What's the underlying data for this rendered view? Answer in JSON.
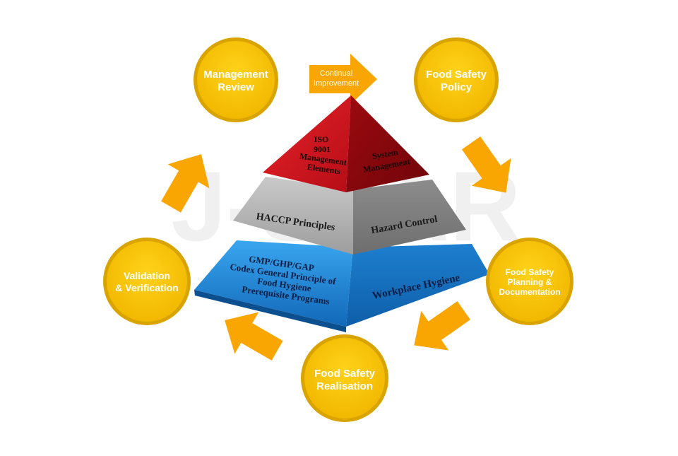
{
  "watermark": "J-STAR",
  "colors": {
    "circle_fill": "#f5c400",
    "circle_ring": "#d9a300",
    "arrow": "#f9a602",
    "tier_top": "#c8101a",
    "tier_middle": "#9a9a9a",
    "tier_bottom": "#1f86d6"
  },
  "top_arrow": {
    "line1": "Continual",
    "line2": "Improvement"
  },
  "circles": {
    "management_review": [
      "Management",
      "Review"
    ],
    "food_safety_policy": [
      "Food Safety",
      "Policy"
    ],
    "planning_documentation": [
      "Food Safety",
      "Planning &",
      "Documentation"
    ],
    "realisation": [
      "Food Safety",
      "Realisation"
    ],
    "validation_verification": [
      "Validation",
      "& Verification"
    ]
  },
  "pyramid": {
    "top": {
      "left_lines": [
        "ISO",
        "9001",
        "Management",
        "Elements"
      ],
      "right_lines": [
        "System",
        "Management"
      ]
    },
    "middle": {
      "left": "HACCP Principles",
      "right": "Hazard Control"
    },
    "bottom": {
      "left_lines": [
        "GMP/GHP/GAP",
        "Codex General Principle of",
        "Food Hygiene",
        "Prerequisite Programs"
      ],
      "right": "Workplace Hygiene"
    }
  }
}
